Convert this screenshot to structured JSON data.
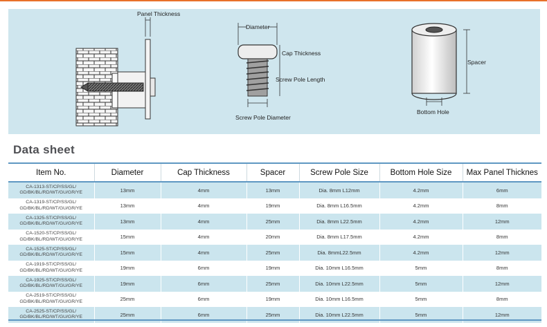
{
  "diagram": {
    "panel_thickness_label": "Panel Thickness",
    "diameter_label": "Diameter",
    "cap_thickness_label": "Cap Thickness",
    "screw_pole_length_label": "Screw Pole Length",
    "screw_pole_diameter_label": "Screw Pole Diameter",
    "spacer_label": "Spacer",
    "bottom_hole_label": "Bottom Hole"
  },
  "section_title": "Data sheet",
  "table": {
    "headers": [
      "Item No.",
      "Diameter",
      "Cap Thickness",
      "Spacer",
      "Screw Pole Size",
      "Bottom Hole Size",
      "Max Panel Thicknes"
    ],
    "rows": [
      {
        "item_line1": "CA-1313-ST/CP/SS/GL/",
        "item_line2": "GD/BK/BL/RD/WT/GU/GR/YE",
        "diameter": "13mm",
        "cap": "4mm",
        "spacer": "13mm",
        "screw": "Dia. 8mm L12mm",
        "hole": "4.2mm",
        "max": "6mm"
      },
      {
        "item_line1": "CA-1319-ST/CP/SS/GL/",
        "item_line2": "GD/BK/BL/RD/WT/GU/GR/YE",
        "diameter": "13mm",
        "cap": "4mm",
        "spacer": "19mm",
        "screw": "Dia. 8mm L16.5mm",
        "hole": "4.2mm",
        "max": "8mm"
      },
      {
        "item_line1": "CA-1325-ST/CP/SS/GL/",
        "item_line2": "GD/BK/BL/RD/WT/GU/GR/YE",
        "diameter": "13mm",
        "cap": "4mm",
        "spacer": "25mm",
        "screw": "Dia. 8mm L22.5mm",
        "hole": "4.2mm",
        "max": "12mm"
      },
      {
        "item_line1": "CA-1520-ST/CP/SS/GL/",
        "item_line2": "GD/BK/BL/RD/WT/GU/GR/YE",
        "diameter": "15mm",
        "cap": "4mm",
        "spacer": "20mm",
        "screw": "Dia. 8mm L17.5mm",
        "hole": "4.2mm",
        "max": "8mm"
      },
      {
        "item_line1": "CA-1525-ST/CP/SS/GL/",
        "item_line2": "GD/BK/BL/RD/WT/GU/GR/YE",
        "diameter": "15mm",
        "cap": "4mm",
        "spacer": "25mm",
        "screw": "Dia. 8mmL22.5mm",
        "hole": "4.2mm",
        "max": "12mm"
      },
      {
        "item_line1": "CA-1919-ST/CP/SS/GL/",
        "item_line2": "GD/BK/BL/RD/WT/GU/GR/YE",
        "diameter": "19mm",
        "cap": "6mm",
        "spacer": "19mm",
        "screw": "Dia. 10mm L16.5mm",
        "hole": "5mm",
        "max": "8mm"
      },
      {
        "item_line1": "CA-1925-ST/CP/SS/GL/",
        "item_line2": "GD/BK/BL/RD/WT/GU/GR/YE",
        "diameter": "19mm",
        "cap": "6mm",
        "spacer": "25mm",
        "screw": "Dia. 10mm L22.5mm",
        "hole": "5mm",
        "max": "12mm"
      },
      {
        "item_line1": "CA-2519-ST/CP/SS/GL/",
        "item_line2": "GD/BK/BL/RD/WT/GU/GR/YE",
        "diameter": "25mm",
        "cap": "6mm",
        "spacer": "19mm",
        "screw": "Dia. 10mm L16.5mm",
        "hole": "5mm",
        "max": "8mm"
      },
      {
        "item_line1": "CA-2525-ST/CP/SS/GL/",
        "item_line2": "GD/BK/BL/RD/WT/GU/GR/YE",
        "diameter": "25mm",
        "cap": "6mm",
        "spacer": "25mm",
        "screw": "Dia. 10mm L22.5mm",
        "hole": "5mm",
        "max": "12mm"
      }
    ]
  },
  "colors": {
    "accent": "#e8702a",
    "panel_bg": "#cfe6ee",
    "row_shade": "#cbe5ee",
    "rule": "#5e97c2",
    "title": "#4f5054"
  }
}
